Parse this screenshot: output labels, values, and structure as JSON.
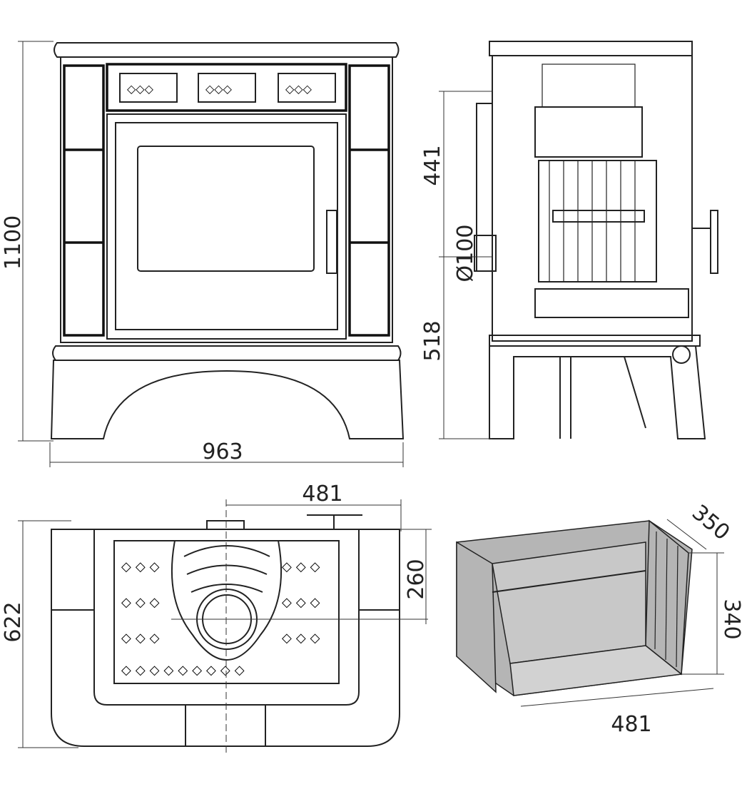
{
  "title": "Stove dimension drawing",
  "dimensions": {
    "front_height": "1100",
    "front_width": "963",
    "side_upper": "441",
    "flue_diameter": "Ø100",
    "side_lower": "518",
    "top_half_width": "481",
    "top_depth": "622",
    "top_flue_offset": "260",
    "firebox_depth": "350",
    "firebox_height": "340",
    "firebox_width": "481"
  }
}
